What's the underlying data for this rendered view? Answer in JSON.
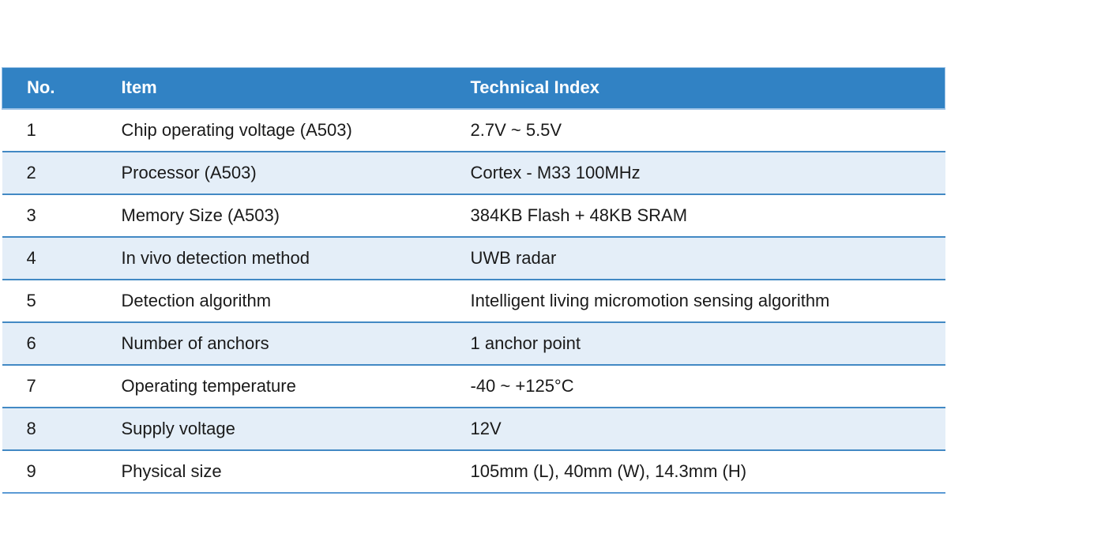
{
  "table": {
    "title": "technical-specifications",
    "columns": [
      {
        "key": "no",
        "label": "No."
      },
      {
        "key": "item",
        "label": "Item"
      },
      {
        "key": "index",
        "label": "Technical Index"
      }
    ],
    "rows": [
      {
        "no": "1",
        "item": "Chip operating voltage (A503)",
        "index": "2.7V ~ 5.5V"
      },
      {
        "no": "2",
        "item": "Processor (A503)",
        "index": "Cortex - M33 100MHz"
      },
      {
        "no": "3",
        "item": "Memory Size (A503)",
        "index": "384KB Flash + 48KB SRAM"
      },
      {
        "no": "4",
        "item": "In vivo detection method",
        "index": "UWB radar"
      },
      {
        "no": "5",
        "item": "Detection algorithm",
        "index": "Intelligent living micromotion sensing algorithm"
      },
      {
        "no": "6",
        "item": "Number of anchors",
        "index": "1 anchor point"
      },
      {
        "no": "7",
        "item": "Operating temperature",
        "index": "-40 ~ +125°C"
      },
      {
        "no": "8",
        "item": "Supply voltage",
        "index": "12V"
      },
      {
        "no": "9",
        "item": "Physical size",
        "index": "105mm (L), 40mm (W), 14.3mm (H)"
      }
    ],
    "colors": {
      "header_bg": "#3182c4",
      "header_text": "#ffffff",
      "header_edge": "#9dc3e6",
      "row_bg": "#ffffff",
      "row_alt_bg": "#e4eef8",
      "separator": "#4289c4",
      "bottom_border": "#5b9bd5",
      "text": "#1a1a1a"
    }
  }
}
